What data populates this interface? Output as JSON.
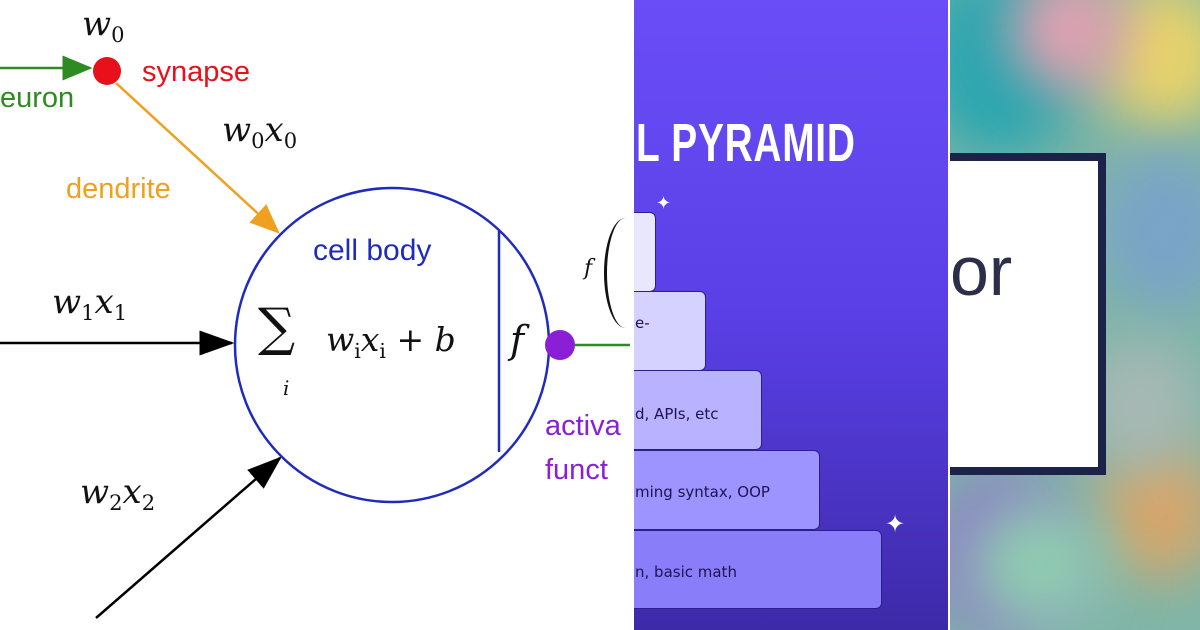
{
  "neuron": {
    "w0": "w",
    "w0_sub": "0",
    "synapse": "synapse",
    "neuron_label": "euron",
    "w0x0_w": "w",
    "w0x0_ws": "0",
    "w0x0_x": "x",
    "w0x0_xs": "0",
    "dendrite": "dendrite",
    "cell_body": "cell body",
    "w1x1_w": "w",
    "w1x1_ws": "1",
    "w1x1_x": "x",
    "w1x1_xs": "1",
    "sigma": "∑",
    "sum_w": "w",
    "sum_ws": "i",
    "sum_x": "x",
    "sum_xs": "i",
    "sum_rest": " + b",
    "sum_index": "i",
    "f": "f",
    "w2x2_w": "w",
    "w2x2_ws": "2",
    "w2x2_x": "x",
    "w2x2_xs": "2",
    "activation_1": "activa",
    "activation_2": "funct",
    "f_out": "f",
    "colors": {
      "green": "#2e8b22",
      "red": "#e8101a",
      "orange": "#f0a020",
      "blue": "#1f2bbd",
      "purple": "#8a1fd6"
    }
  },
  "pyramid": {
    "title": "PYRAMID",
    "title_prefix": "L",
    "steps": [
      {
        "text": ""
      },
      {
        "text": "e-"
      },
      {
        "text": "d, APIs, etc"
      },
      {
        "text": "ming syntax, OOP"
      },
      {
        "text": "n, basic math"
      }
    ],
    "sparkle": "✦"
  },
  "card": {
    "text": "or"
  }
}
